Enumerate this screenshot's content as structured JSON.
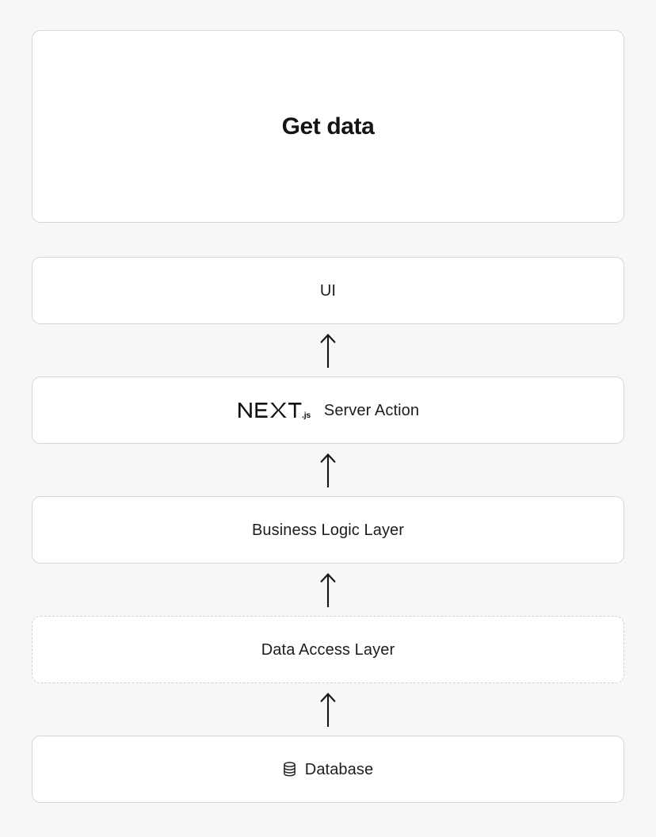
{
  "diagram": {
    "type": "layered-architecture-flow",
    "background_color": "#f7f7f7",
    "box_fill": "#ffffff",
    "box_border_color": "#d6d6d6",
    "dashed_border_color": "#cfcfcf",
    "text_color": "#1d1d1d",
    "title_box": {
      "label": "Get data",
      "style": "solid"
    },
    "layers": [
      {
        "id": "ui",
        "label": "UI",
        "style": "solid",
        "icon": null
      },
      {
        "id": "server-action",
        "label": "Server Action",
        "style": "solid",
        "icon": "nextjs-logo",
        "logo_text": "NEXT",
        "logo_suffix": ".js"
      },
      {
        "id": "business-logic-layer",
        "label": "Business Logic Layer",
        "style": "solid",
        "icon": null
      },
      {
        "id": "data-access-layer",
        "label": "Data Access Layer",
        "style": "dashed",
        "icon": null
      },
      {
        "id": "database",
        "label": "Database",
        "style": "solid",
        "icon": "database-icon"
      }
    ],
    "connectors": [
      {
        "from": "server-action",
        "to": "ui",
        "glyph": "arrow-up"
      },
      {
        "from": "business-logic-layer",
        "to": "server-action",
        "glyph": "arrow-up"
      },
      {
        "from": "data-access-layer",
        "to": "business-logic-layer",
        "glyph": "arrow-up"
      },
      {
        "from": "database",
        "to": "data-access-layer",
        "glyph": "arrow-up"
      }
    ]
  }
}
